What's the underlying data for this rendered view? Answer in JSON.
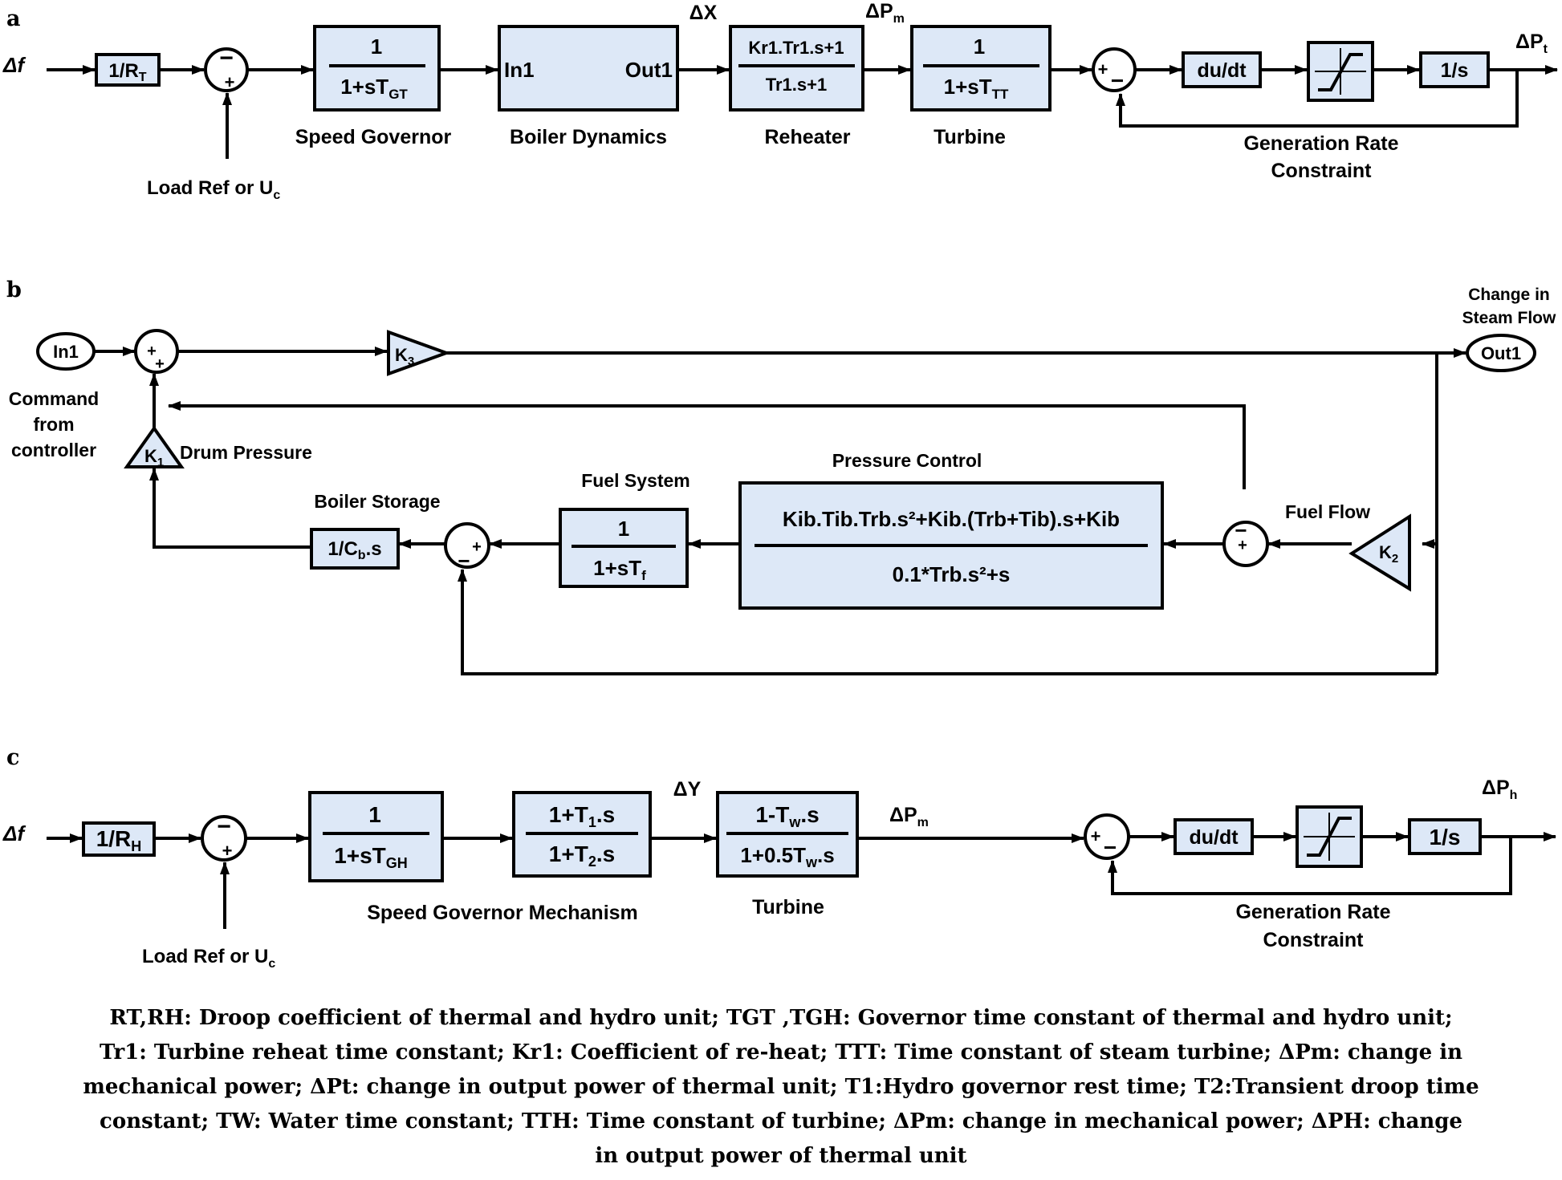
{
  "panels": {
    "a": {
      "letter": "a",
      "input": "Δf",
      "droop": "1/R",
      "droop_sub": "T",
      "load_ref": "Load Ref or U",
      "load_ref_sub": "c",
      "governor_num": "1",
      "governor_den": "1+sT",
      "governor_den_sub": "GT",
      "governor_label": "Speed Governor",
      "boiler_in": "In1",
      "boiler_out": "Out1",
      "boiler_label": "Boiler Dynamics",
      "dx": "ΔX",
      "dpm": "ΔP",
      "dpm_sub": "m",
      "reheater_num": "Kr1.Tr1.s+1",
      "reheater_den": "Tr1.s+1",
      "reheater_label": "Reheater",
      "turbine_num": "1",
      "turbine_den": "1+sT",
      "turbine_den_sub": "TT",
      "turbine_label": "Turbine",
      "derivative": "du/dt",
      "integrator": "1/s",
      "output": "ΔP",
      "output_sub": "t",
      "grc_line1": "Generation Rate",
      "grc_line2": "Constraint"
    },
    "b": {
      "letter": "b",
      "in_port": "In1",
      "out_port": "Out1",
      "command_line1": "Command",
      "command_line2": "from",
      "command_line3": "controller",
      "k3": "K",
      "k3_sub": "3",
      "k1": "K",
      "k1_sub": "1",
      "k2": "K",
      "k2_sub": "2",
      "steam_line1": "Change in",
      "steam_line2": "Steam Flow",
      "drum_pressure": "Drum Pressure",
      "boiler_storage": "Boiler Storage",
      "storage_tf": "1/C",
      "storage_sub": "b",
      "storage_tail": ".s",
      "fuel_system": "Fuel System",
      "fuel_num": "1",
      "fuel_den": "1+sT",
      "fuel_den_sub": "f",
      "pressure_control": "Pressure Control",
      "pc_num": "Kib.Tib.Trb.s²+Kib.(Trb+Tib).s+Kib",
      "pc_den": "0.1*Trb.s²+s",
      "fuel_flow": "Fuel Flow"
    },
    "c": {
      "letter": "c",
      "input": "Δf",
      "droop": "1/R",
      "droop_sub": "H",
      "load_ref": "Load Ref or U",
      "load_ref_sub": "c",
      "governor_num": "1",
      "governor_den": "1+sT",
      "governor_den_sub": "GH",
      "mech_num": "1+T",
      "mech_num_sub": "1",
      "mech_num_tail": ".s",
      "mech_den": "1+T",
      "mech_den_sub": "2",
      "mech_den_tail": ".s",
      "governor_label": "Speed Governor Mechanism",
      "dy": "ΔY",
      "turbine_num": "1-T",
      "turbine_num_sub": "w",
      "turbine_num_tail": ".s",
      "turbine_den": "1+0.5T",
      "turbine_den_sub": "w",
      "turbine_den_tail": ".s",
      "turbine_label": "Turbine",
      "dpm": "ΔP",
      "dpm_sub": "m",
      "derivative": "du/dt",
      "integrator": "1/s",
      "output": "ΔP",
      "output_sub": "h",
      "grc_line1": "Generation Rate",
      "grc_line2": "Constraint"
    }
  },
  "caption": {
    "line1": "RT,RH: Droop coefficient of thermal and hydro unit; TGT ,TGH: Governor time constant of thermal and hydro unit;",
    "line2": "Tr1: Turbine reheat time constant; Kr1: Coefficient of re-heat; TTT: Time constant of steam turbine; ΔPm: change in",
    "line3": "mechanical power; ΔPt: change in output power of thermal unit; T1:Hydro governor rest time; T2:Transient droop time",
    "line4": "constant; TW: Water time constant; TTH: Time constant of turbine; ΔPm: change in mechanical power; ΔPH: change",
    "line5": "in output power of thermal unit"
  },
  "colors": {
    "block_fill": "#dde8f7",
    "stroke": "#000000"
  }
}
